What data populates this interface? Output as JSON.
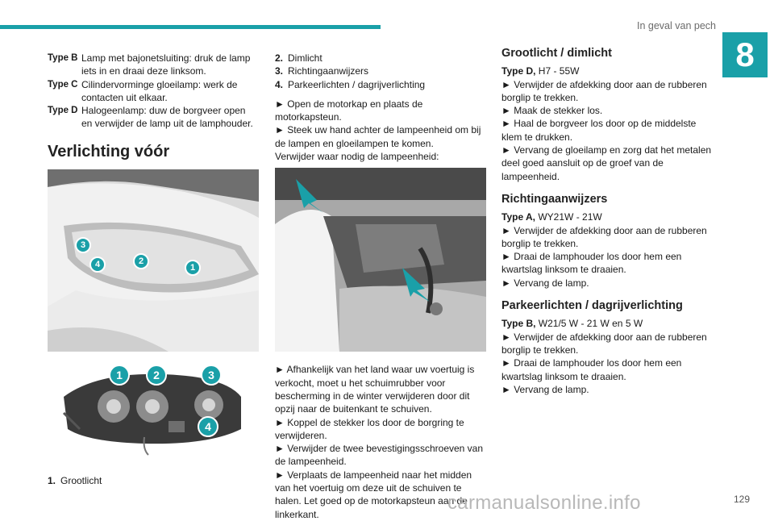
{
  "header": {
    "section": "In geval van pech",
    "chapter": "8"
  },
  "col1": {
    "types": [
      {
        "label": "Type B",
        "text": "Lamp met bajonetsluiting: druk de lamp iets in en draai deze linksom."
      },
      {
        "label": "Type C",
        "text": "Cilindervorminge gloeilamp: werk de contacten uit elkaar."
      },
      {
        "label": "Type D",
        "text": "Halogeenlamp: duw de borgveer open en verwijder de lamp uit de lamphouder."
      }
    ],
    "heading": "Verlichting vóór",
    "fig1_badges": [
      "3",
      "4",
      "2",
      "1"
    ],
    "fig2_badges": [
      "1",
      "2",
      "3",
      "4"
    ],
    "list1": {
      "num": "1.",
      "text": "Grootlicht"
    }
  },
  "col2": {
    "list": [
      {
        "num": "2.",
        "text": "Dimlicht"
      },
      {
        "num": "3.",
        "text": "Richtingaanwijzers"
      },
      {
        "num": "4.",
        "text": "Parkeerlichten / dagrijverlichting"
      }
    ],
    "p1": "► Open de motorkap en plaats de motorkapsteun.",
    "p2": "► Steek uw hand achter de lampeenheid om bij de lampen en gloeilampen te komen.",
    "p3": "Verwijder waar nodig de lampeenheid:",
    "p4": "► Afhankelijk van het land waar uw voertuig is verkocht, moet u het schuimrubber voor bescherming in de winter verwijderen door dit opzij naar de buitenkant te schuiven.",
    "p5": "► Koppel de stekker los door de borgring te verwijderen.",
    "p6": "► Verwijder de twee bevestigingsschroeven van de lampeenheid.",
    "p7": "► Verplaats de lampeenheid naar het midden van het voertuig om deze uit de schuiven te halen. Let goed op de motorkapsteun aan de linkerkant."
  },
  "col3": {
    "s1": {
      "title": "Grootlicht / dimlicht",
      "type_label": "Type D,",
      "type_value": " H7 - 55W",
      "steps": [
        "► Verwijder de afdekking door aan de rubberen borglip te trekken.",
        "► Maak de stekker los.",
        "► Haal de borgveer los door op de middelste klem te drukken.",
        "► Vervang de gloeilamp en zorg dat het metalen deel goed aansluit op de groef van de lampeenheid."
      ]
    },
    "s2": {
      "title": "Richtingaanwijzers",
      "type_label": "Type A,",
      "type_value": " WY21W - 21W",
      "steps": [
        "► Verwijder de afdekking door aan de rubberen borglip te trekken.",
        "► Draai de lamphouder los door hem een kwartslag linksom te draaien.",
        "► Vervang de lamp."
      ]
    },
    "s3": {
      "title": "Parkeerlichten / dagrijverlichting",
      "type_label": "Type B,",
      "type_value": " W21/5 W - 21 W en 5 W",
      "steps": [
        "► Verwijder de afdekking door aan de rubberen borglip te trekken.",
        "► Draai de lamphouder los door hem een kwartslag linksom te draaien.",
        "► Vervang de lamp."
      ]
    }
  },
  "footer": {
    "page": "129",
    "watermark": "carmanualsonline.info"
  },
  "colors": {
    "accent": "#1aa0a8"
  }
}
